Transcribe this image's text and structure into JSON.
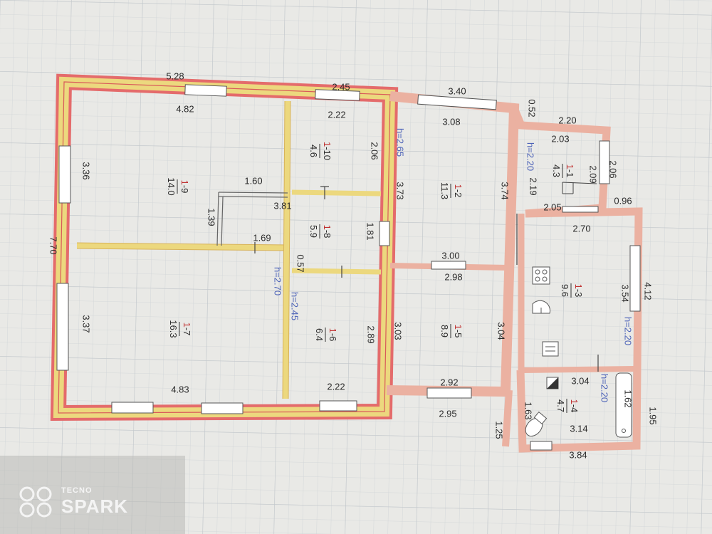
{
  "colors": {
    "paper": "#e9e9e6",
    "grid": "#cfd3d6",
    "wall_outer_main": "#e46b6b",
    "wall_fill_main": "#ecd87e",
    "wall_annex": "#ebb1a1",
    "line": "#444444",
    "height_mark": "#4d63b8",
    "room_id_accent": "#c03030"
  },
  "rooms": [
    {
      "id_left": "1",
      "id_right": "9",
      "area": "14.0",
      "name": "room-1-9"
    },
    {
      "id_left": "1",
      "id_right": "10",
      "area": "4.6",
      "name": "room-1-10"
    },
    {
      "id_left": "1",
      "id_right": "8",
      "area": "5.9",
      "name": "room-1-8"
    },
    {
      "id_left": "1",
      "id_right": "7",
      "area": "16.3",
      "name": "room-1-7"
    },
    {
      "id_left": "1",
      "id_right": "6",
      "area": "6.4",
      "name": "room-1-6"
    },
    {
      "id_left": "1",
      "id_right": "2",
      "area": "11.3",
      "name": "room-1-2"
    },
    {
      "id_left": "1",
      "id_right": "5",
      "area": "8.9",
      "name": "room-1-5"
    },
    {
      "id_left": "1",
      "id_right": "1",
      "area": "4.3",
      "name": "room-1-1"
    },
    {
      "id_left": "1",
      "id_right": "3",
      "area": "9.6",
      "name": "room-1-3"
    },
    {
      "id_left": "1",
      "id_right": "4",
      "area": "4.7",
      "name": "room-1-4"
    }
  ],
  "dimensions": [
    "5.28",
    "2.45",
    "3.40",
    "0.52",
    "2.20",
    "4.82",
    "2.22",
    "3.08",
    "2.03",
    "3.36",
    "2.06",
    "3.73",
    "3.74",
    "2.19",
    "2.06",
    "2.09",
    "1.60",
    "3.81",
    "1.39",
    "1.81",
    "2.05",
    "0.96",
    "7.70",
    "1.69",
    "0.57",
    "3.00",
    "2.70",
    "2.98",
    "3.37",
    "2.89",
    "3.03",
    "3.04",
    "3.54",
    "4.12",
    "3.04",
    "1.62",
    "1.95",
    "4.83",
    "2.22",
    "2.92",
    "2.95",
    "1.63",
    "3.14",
    "1.25",
    "3.84"
  ],
  "heights": [
    "h=2.65",
    "h=2.20",
    "h=2.70",
    "h=2.45",
    "h=2.20",
    "h=2.20"
  ],
  "watermark": {
    "brand_small": "TECNO",
    "brand_big": "SPARK"
  }
}
